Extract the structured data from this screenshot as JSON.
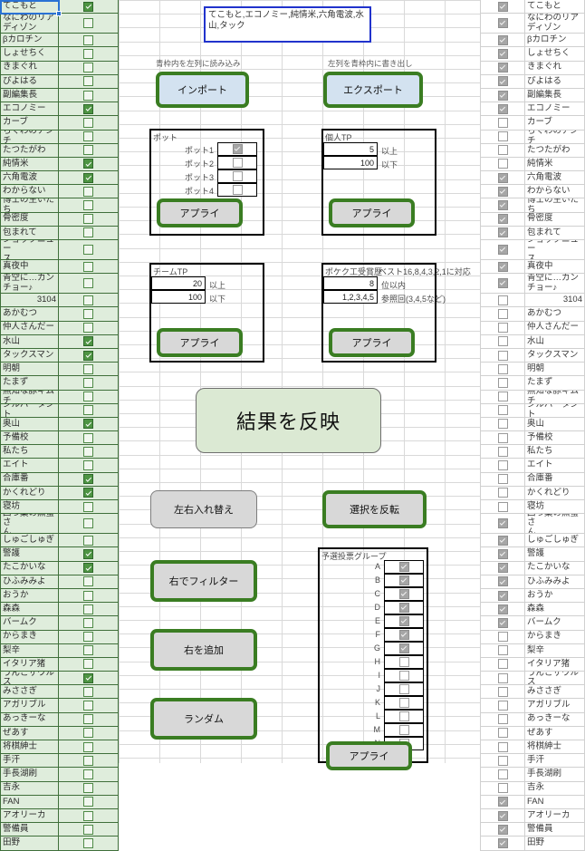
{
  "app": {
    "type": "spreadsheet-control-panel"
  },
  "colors": {
    "list_cell_bg": "#dfeddc",
    "list_cell_border": "#3f6f3a",
    "checkbox_on": "#4e9443",
    "button_border_green": "#3a7d22",
    "button_face_blue": "#d3e2f0",
    "button_face_gray": "#d8d8d8",
    "big_button_face": "#dbe9d3",
    "textbox_border": "#2133cc",
    "selection": "#2a72d4"
  },
  "import_export": {
    "textbox_value": "てこもと,エコノミー,純情米,六角電波,水山,タック",
    "import_caption": "青枠内を左列に読み込み",
    "import_label": "インポート",
    "export_caption": "左列を青枠内に書き出し",
    "export_label": "エクスポート"
  },
  "pot_group": {
    "title": "ポット",
    "apply_label": "アプライ",
    "rows": [
      {
        "label": "ポット1",
        "checked": true
      },
      {
        "label": "ポット2",
        "checked": false
      },
      {
        "label": "ポット3",
        "checked": false
      },
      {
        "label": "ポット4",
        "checked": false
      }
    ]
  },
  "personal_tp_group": {
    "title": "個人TP",
    "apply_label": "アプライ",
    "rows": [
      {
        "value": "5",
        "suffix": "以上"
      },
      {
        "value": "100",
        "suffix": "以下"
      }
    ]
  },
  "team_tp_group": {
    "title": "チームTP",
    "apply_label": "アプライ",
    "rows": [
      {
        "value": "20",
        "suffix": "以上"
      },
      {
        "value": "100",
        "suffix": "以下"
      }
    ]
  },
  "award_group": {
    "title": "ポケク工受賞歴",
    "note": "ベスト16,8,4,3,2,1に対応",
    "apply_label": "アプライ",
    "rows": [
      {
        "value": "8",
        "suffix": "位以内"
      },
      {
        "value": "1,2,3,4,5",
        "suffix": "参照回(3,4,5など)"
      }
    ]
  },
  "reflect_button": {
    "label": "結果を反映"
  },
  "action_buttons": {
    "swap_label": "左右入れ替え",
    "invert_label": "選択を反転",
    "filter_right_label": "右でフィルター",
    "add_right_label": "右を追加",
    "random_label": "ランダム"
  },
  "vote_group": {
    "title": "予選投票グループ",
    "apply_label": "アプライ",
    "rows": [
      {
        "label": "A",
        "checked": true
      },
      {
        "label": "B",
        "checked": true
      },
      {
        "label": "C",
        "checked": true
      },
      {
        "label": "D",
        "checked": true
      },
      {
        "label": "E",
        "checked": true
      },
      {
        "label": "F",
        "checked": true
      },
      {
        "label": "G",
        "checked": true
      },
      {
        "label": "H",
        "checked": false
      },
      {
        "label": "I",
        "checked": false
      },
      {
        "label": "J",
        "checked": false
      },
      {
        "label": "K",
        "checked": false
      },
      {
        "label": "L",
        "checked": false
      },
      {
        "label": "M",
        "checked": false
      },
      {
        "label": "N",
        "checked": false
      }
    ]
  },
  "left_list": {
    "rows": [
      {
        "name": "てこもと",
        "checked": true,
        "tall": false
      },
      {
        "name": "なにわのリア\nディゾン",
        "checked": false,
        "tall": true
      },
      {
        "name": "βカロチン",
        "checked": false,
        "tall": false
      },
      {
        "name": "しょせちく",
        "checked": false,
        "tall": false
      },
      {
        "name": "きまぐれ",
        "checked": false,
        "tall": false
      },
      {
        "name": "ぴよはる",
        "checked": false,
        "tall": false
      },
      {
        "name": "副編集長",
        "checked": false,
        "tall": false
      },
      {
        "name": "エコノミー",
        "checked": true,
        "tall": false
      },
      {
        "name": "カーブ",
        "checked": false,
        "tall": false
      },
      {
        "name": "ちくわのアンチ",
        "checked": false,
        "tall": false
      },
      {
        "name": "たつたがわ",
        "checked": false,
        "tall": false
      },
      {
        "name": "純情米",
        "checked": true,
        "tall": false
      },
      {
        "name": "六角電波",
        "checked": true,
        "tall": false
      },
      {
        "name": "わからない",
        "checked": false,
        "tall": false
      },
      {
        "name": "博士の生いたち",
        "checked": false,
        "tall": false
      },
      {
        "name": "骨密度",
        "checked": false,
        "tall": false
      },
      {
        "name": "包まれて",
        "checked": false,
        "tall": false
      },
      {
        "name": "ショックニュー\nス",
        "checked": false,
        "tall": true
      },
      {
        "name": "真夜中",
        "checked": false,
        "tall": false
      },
      {
        "name": "青空に…カン\nチョー♪",
        "checked": false,
        "tall": true
      },
      {
        "name": "3104",
        "checked": false,
        "tall": false,
        "num": true
      },
      {
        "name": "あかむつ",
        "checked": false,
        "tall": false
      },
      {
        "name": "仲人さんだー",
        "checked": false,
        "tall": false
      },
      {
        "name": "水山",
        "checked": true,
        "tall": false
      },
      {
        "name": "タックスマン",
        "checked": true,
        "tall": false
      },
      {
        "name": "明朝",
        "checked": false,
        "tall": false
      },
      {
        "name": "たまず",
        "checked": false,
        "tall": false
      },
      {
        "name": "無知な豚キムチ",
        "checked": false,
        "tall": false
      },
      {
        "name": "シルバータント",
        "checked": false,
        "tall": false
      },
      {
        "name": "奥山",
        "checked": true,
        "tall": false
      },
      {
        "name": "予備校",
        "checked": false,
        "tall": false
      },
      {
        "name": "私たち",
        "checked": false,
        "tall": false
      },
      {
        "name": "エイト",
        "checked": false,
        "tall": false
      },
      {
        "name": "合庫番",
        "checked": true,
        "tall": false
      },
      {
        "name": "かくれどり",
        "checked": true,
        "tall": false
      },
      {
        "name": "寝坊",
        "checked": false,
        "tall": false
      },
      {
        "name": "四つ葉の黒蜜さ\nん",
        "checked": false,
        "tall": true
      },
      {
        "name": "しゅごしゅぎ",
        "checked": false,
        "tall": false
      },
      {
        "name": "警護",
        "checked": true,
        "tall": false
      },
      {
        "name": "たこかいな",
        "checked": true,
        "tall": false
      },
      {
        "name": "ひふみみよ",
        "checked": false,
        "tall": false
      },
      {
        "name": "おうか",
        "checked": false,
        "tall": false
      },
      {
        "name": "森森",
        "checked": false,
        "tall": false
      },
      {
        "name": "バームク",
        "checked": false,
        "tall": false
      },
      {
        "name": "からまき",
        "checked": false,
        "tall": false
      },
      {
        "name": "梨辛",
        "checked": false,
        "tall": false
      },
      {
        "name": "イタリア猪",
        "checked": false,
        "tall": false
      },
      {
        "name": "うんこザウルス",
        "checked": true,
        "tall": false
      },
      {
        "name": "みささぎ",
        "checked": false,
        "tall": false
      },
      {
        "name": "アガリブル",
        "checked": false,
        "tall": false
      },
      {
        "name": "あっきーな",
        "checked": false,
        "tall": false
      },
      {
        "name": "ぜあす",
        "checked": false,
        "tall": false
      },
      {
        "name": "将棋紳士",
        "checked": false,
        "tall": false
      },
      {
        "name": "手汗",
        "checked": false,
        "tall": false
      },
      {
        "name": "手長湖刷",
        "checked": false,
        "tall": false
      },
      {
        "name": "吉永",
        "checked": false,
        "tall": false
      },
      {
        "name": "FAN",
        "checked": false,
        "tall": false
      },
      {
        "name": "アオリーカ",
        "checked": false,
        "tall": false
      },
      {
        "name": "警備員",
        "checked": false,
        "tall": false
      },
      {
        "name": "田野",
        "checked": false,
        "tall": false
      }
    ]
  },
  "right_list": {
    "rows": [
      {
        "name": "てこもと",
        "checked": true,
        "tall": false
      },
      {
        "name": "なにわのリア\nディゾン",
        "checked": true,
        "tall": true
      },
      {
        "name": "βカロチン",
        "checked": true,
        "tall": false
      },
      {
        "name": "しょせちく",
        "checked": true,
        "tall": false
      },
      {
        "name": "きまぐれ",
        "checked": true,
        "tall": false
      },
      {
        "name": "ぴよはる",
        "checked": true,
        "tall": false
      },
      {
        "name": "副編集長",
        "checked": true,
        "tall": false
      },
      {
        "name": "エコノミー",
        "checked": true,
        "tall": false
      },
      {
        "name": "カーブ",
        "checked": false,
        "tall": false
      },
      {
        "name": "ちくわのアンチ",
        "checked": false,
        "tall": false
      },
      {
        "name": "たつたがわ",
        "checked": false,
        "tall": false
      },
      {
        "name": "純情米",
        "checked": false,
        "tall": false
      },
      {
        "name": "六角電波",
        "checked": true,
        "tall": false
      },
      {
        "name": "わからない",
        "checked": true,
        "tall": false
      },
      {
        "name": "博士の生いたち",
        "checked": true,
        "tall": false
      },
      {
        "name": "骨密度",
        "checked": true,
        "tall": false
      },
      {
        "name": "包まれて",
        "checked": true,
        "tall": false
      },
      {
        "name": "ショックニュー\nス",
        "checked": true,
        "tall": true
      },
      {
        "name": "真夜中",
        "checked": true,
        "tall": false
      },
      {
        "name": "青空に…カン\nチョー♪",
        "checked": true,
        "tall": true
      },
      {
        "name": "3104",
        "checked": false,
        "tall": false,
        "num": true
      },
      {
        "name": "あかむつ",
        "checked": false,
        "tall": false
      },
      {
        "name": "仲人さんだー",
        "checked": false,
        "tall": false
      },
      {
        "name": "水山",
        "checked": false,
        "tall": false
      },
      {
        "name": "タックスマン",
        "checked": false,
        "tall": false
      },
      {
        "name": "明朝",
        "checked": false,
        "tall": false
      },
      {
        "name": "たまず",
        "checked": false,
        "tall": false
      },
      {
        "name": "無知な豚キムチ",
        "checked": false,
        "tall": false
      },
      {
        "name": "シルバータント",
        "checked": false,
        "tall": false
      },
      {
        "name": "奥山",
        "checked": false,
        "tall": false
      },
      {
        "name": "予備校",
        "checked": false,
        "tall": false
      },
      {
        "name": "私たち",
        "checked": false,
        "tall": false
      },
      {
        "name": "エイト",
        "checked": false,
        "tall": false
      },
      {
        "name": "合庫番",
        "checked": false,
        "tall": false
      },
      {
        "name": "かくれどり",
        "checked": false,
        "tall": false
      },
      {
        "name": "寝坊",
        "checked": false,
        "tall": false
      },
      {
        "name": "四つ葉の黒蜜さ\nん",
        "checked": true,
        "tall": true
      },
      {
        "name": "しゅごしゅぎ",
        "checked": true,
        "tall": false
      },
      {
        "name": "警護",
        "checked": true,
        "tall": false
      },
      {
        "name": "たこかいな",
        "checked": true,
        "tall": false
      },
      {
        "name": "ひふみみよ",
        "checked": true,
        "tall": false
      },
      {
        "name": "おうか",
        "checked": true,
        "tall": false
      },
      {
        "name": "森森",
        "checked": true,
        "tall": false
      },
      {
        "name": "バームク",
        "checked": true,
        "tall": false
      },
      {
        "name": "からまき",
        "checked": false,
        "tall": false
      },
      {
        "name": "梨辛",
        "checked": false,
        "tall": false
      },
      {
        "name": "イタリア猪",
        "checked": false,
        "tall": false
      },
      {
        "name": "うんこザウルス",
        "checked": false,
        "tall": false
      },
      {
        "name": "みささぎ",
        "checked": false,
        "tall": false
      },
      {
        "name": "アガリブル",
        "checked": false,
        "tall": false
      },
      {
        "name": "あっきーな",
        "checked": false,
        "tall": false
      },
      {
        "name": "ぜあす",
        "checked": false,
        "tall": false
      },
      {
        "name": "将棋紳士",
        "checked": false,
        "tall": false
      },
      {
        "name": "手汗",
        "checked": false,
        "tall": false
      },
      {
        "name": "手長湖刷",
        "checked": false,
        "tall": false
      },
      {
        "name": "吉永",
        "checked": false,
        "tall": false
      },
      {
        "name": "FAN",
        "checked": true,
        "tall": false
      },
      {
        "name": "アオリーカ",
        "checked": true,
        "tall": false
      },
      {
        "name": "警備員",
        "checked": true,
        "tall": false
      },
      {
        "name": "田野",
        "checked": true,
        "tall": false
      }
    ]
  }
}
